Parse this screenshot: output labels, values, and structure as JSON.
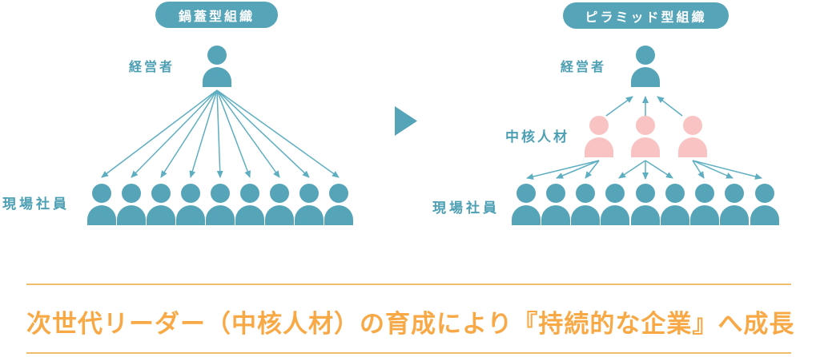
{
  "left_diagram": {
    "title": "鍋蓋型組織",
    "manager_label": "経営者",
    "employees_label": "現場社員",
    "manager_count": 1,
    "employee_count": 9,
    "arrows": "1 manager fans out 9 arrows directly to 9 employees"
  },
  "right_diagram": {
    "title": "ピラミッド型組織",
    "manager_label": "経営者",
    "core_label": "中核人材",
    "employees_label": "現場社員",
    "manager_count": 1,
    "core_count": 3,
    "employee_count": 9,
    "arrows": "3 core members point up to manager; each core member fans 3 arrows down to 3 employees"
  },
  "transition": {
    "icon": "right-triangle-arrow-icon"
  },
  "caption": {
    "text": "次世代リーダー（中核人材）の育成により『持続的な企業』へ成長"
  },
  "colors": {
    "teal": "#55A4B8",
    "teal_label": "#4D9FB4",
    "arrow_teal": "#5EAEC2",
    "pink": "#F9C3C3",
    "orange_text": "#F8A946",
    "orange_line": "#EEBE6D",
    "background": "#FFFFFF"
  },
  "icons": {
    "person": "person-icon"
  }
}
